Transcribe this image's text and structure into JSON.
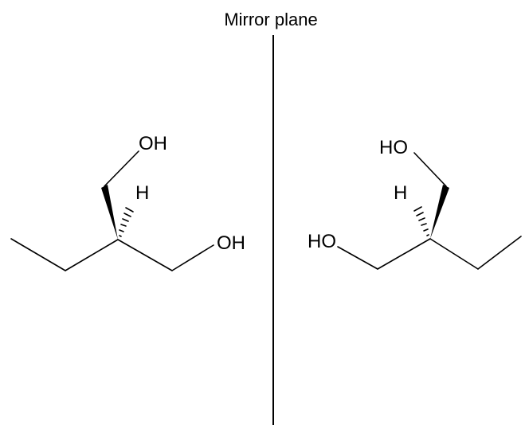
{
  "caption": "Mirror plane",
  "left_molecule": {
    "labels": {
      "oh_top": "OH",
      "h": "H",
      "oh_right": "OH"
    }
  },
  "right_molecule": {
    "labels": {
      "ho_top": "HO",
      "h": "H",
      "ho_left": "HO"
    }
  },
  "colors": {
    "ink": "#000000",
    "background": "#ffffff"
  }
}
